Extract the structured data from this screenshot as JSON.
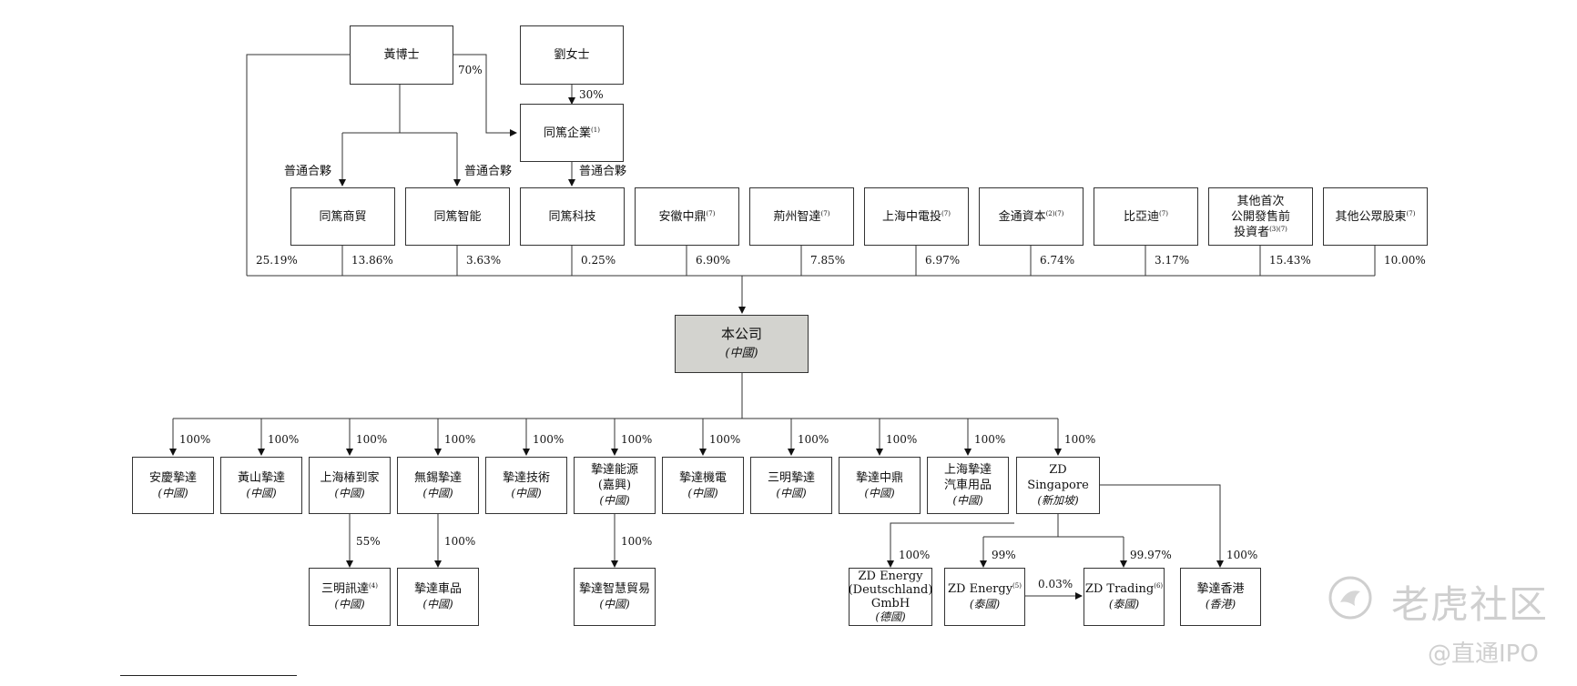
{
  "shareholders": {
    "dr_huang": "黃博士",
    "ms_liu": "劉女士",
    "tongchou_enterprise": "同篤企業",
    "tongchou_enterprise_note": "(1)",
    "tongchou_trade": "同篤商貿",
    "tongchou_smart": "同篤智能",
    "tongchou_tech": "同篤科技",
    "anhui_zhongding": "安徽中鼎",
    "jingzhou_zhida": "荊州智達",
    "shanghai_zhongdian": "上海中電投",
    "jintong_capital": "金通資本",
    "byd": "比亞迪",
    "ipo_investors_l1": "其他首次",
    "ipo_investors_l2": "公開發售前",
    "ipo_investors_l3": "投資者",
    "public_holders": "其他公眾股東",
    "note_7": "(7)",
    "note_2_7": "(2)(7)",
    "note_3_7": "(3)(7)"
  },
  "labels": {
    "general_partner": "普通合夥",
    "pct_70": "70%",
    "pct_30": "30%"
  },
  "holding_pcts": [
    "25.19%",
    "13.86%",
    "3.63%",
    "0.25%",
    "6.90%",
    "7.85%",
    "6.97%",
    "6.74%",
    "3.17%",
    "15.43%",
    "10.00%"
  ],
  "company": {
    "name": "本公司",
    "location": "(中國)"
  },
  "subsidiaries": [
    {
      "name_l1": "安慶摯達",
      "location": "(中國)",
      "pct": "100%"
    },
    {
      "name_l1": "黃山摯達",
      "location": "(中國)",
      "pct": "100%"
    },
    {
      "name_l1": "上海椿到家",
      "location": "(中國)",
      "pct": "100%"
    },
    {
      "name_l1": "無錫摯達",
      "location": "(中國)",
      "pct": "100%"
    },
    {
      "name_l1": "摯達技術",
      "location": "(中國)",
      "pct": "100%"
    },
    {
      "name_l1": "摯達能源",
      "name_l2": "(嘉興)",
      "location": "(中國)",
      "pct": "100%"
    },
    {
      "name_l1": "摯達機電",
      "location": "(中國)",
      "pct": "100%"
    },
    {
      "name_l1": "三明摯達",
      "location": "(中國)",
      "pct": "100%"
    },
    {
      "name_l1": "摯達中鼎",
      "location": "(中國)",
      "pct": "100%"
    },
    {
      "name_l1": "上海摯達",
      "name_l2": "汽車用品",
      "location": "(中國)",
      "pct": "100%"
    },
    {
      "name_l1": "ZD Singapore",
      "location": "(新加坡)",
      "pct": "100%"
    }
  ],
  "level3": {
    "sanming_xunda": {
      "name": "三明訊達",
      "note": "(4)",
      "location": "(中國)",
      "pct": "55%"
    },
    "zhida_cheping": {
      "name": "摯達車品",
      "location": "(中國)",
      "pct": "100%"
    },
    "zhida_smart_trade": {
      "name": "摯達智慧貿易",
      "location": "(中國)",
      "pct": "100%"
    },
    "zd_energy_de": {
      "name_l1": "ZD Energy",
      "name_l2": "(Deutschland)",
      "name_l3": "GmbH",
      "location": "(德國)",
      "pct": "100%"
    },
    "zd_energy": {
      "name": "ZD Energy",
      "note": "(5)",
      "location": "(泰國)",
      "pct": "99%"
    },
    "zd_trading": {
      "name": "ZD Trading",
      "note": "(6)",
      "location": "(泰國)",
      "pct": "99.97%"
    },
    "zd_energy_to_trading_pct": "0.03%",
    "zhida_hk": {
      "name": "摯達香港",
      "location": "(香港)",
      "pct": "100%"
    }
  },
  "watermark": {
    "brand": "老虎社区",
    "source": "@直通IPO"
  }
}
